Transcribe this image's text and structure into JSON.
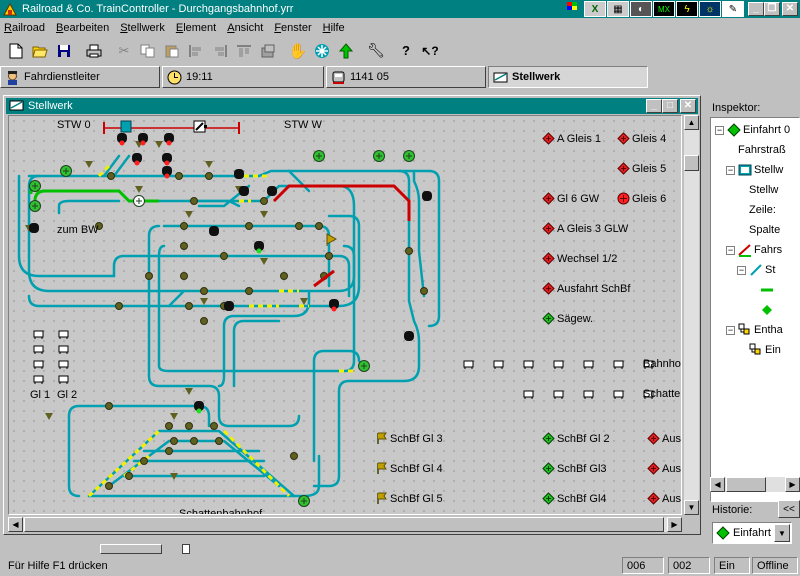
{
  "app": {
    "title": "Railroad & Co. TrainController - Durchgangsbahnhof.yrr"
  },
  "menu": [
    {
      "label": "Railroad",
      "u": "R",
      "rest": "ailroad"
    },
    {
      "label": "Bearbeiten",
      "u": "B",
      "rest": "earbeiten"
    },
    {
      "label": "Stellwerk",
      "u": "S",
      "rest": "tellwerk"
    },
    {
      "label": "Element",
      "u": "E",
      "rest": "lement"
    },
    {
      "label": "Ansicht",
      "u": "A",
      "rest": "nsicht"
    },
    {
      "label": "Fenster",
      "u": "F",
      "rest": "enster"
    },
    {
      "label": "Hilfe",
      "u": "H",
      "rest": "ilfe"
    }
  ],
  "toolbar": {
    "icons": [
      "new-file-icon",
      "open-folder-icon",
      "save-icon",
      "print-icon",
      "cut-icon",
      "copy-icon",
      "paste-icon",
      "align-left-icon",
      "align-right-icon",
      "align-top-icon",
      "properties-icon",
      "stop-hand-icon",
      "emergency-icon",
      "go-arrow-icon",
      "tools-icon",
      "help-icon",
      "context-help-icon"
    ]
  },
  "tabs": {
    "dispatcher": "Fahrdienstleiter",
    "clock": "19:11",
    "counter": "1141 05",
    "stellwerk": "Stellwerk"
  },
  "stellwerk": {
    "title": "Stellwerk",
    "labels": {
      "stw0": "STW 0",
      "stww": "STW W",
      "zum_bw": "zum BW",
      "gl1": "Gl 1",
      "gl2": "Gl 2",
      "schattenbahnhof": "Schattenbahnhof",
      "bahnhof": "Bahnhof",
      "schatten": "Schatten"
    },
    "buttons": [
      {
        "label": "A Gleis 1",
        "state": "red"
      },
      {
        "label": "Gleis 4",
        "state": "red"
      },
      {
        "label": "Gleis 5",
        "state": "red"
      },
      {
        "label": "Gl 6 GW",
        "state": "red"
      },
      {
        "label": "Gleis 6",
        "state": "red-round"
      },
      {
        "label": "A Gleis 3 GLW",
        "state": "red"
      },
      {
        "label": "Wechsel 1/2",
        "state": "red"
      },
      {
        "label": "Ausfahrt SchBf",
        "state": "red"
      },
      {
        "label": "Sägew.",
        "state": "green"
      },
      {
        "label": "SchBf Gl 3",
        "state": "flag"
      },
      {
        "label": "SchBf Gl 2",
        "state": "green"
      },
      {
        "label": "Ausf.",
        "state": "red"
      },
      {
        "label": "SchBf Gl 4",
        "state": "flag"
      },
      {
        "label": "SchBf Gl3",
        "state": "green"
      },
      {
        "label": "Ausf.",
        "state": "red"
      },
      {
        "label": "SchBf Gl 5",
        "state": "flag"
      },
      {
        "label": "SchBf Gl4",
        "state": "green"
      },
      {
        "label": "Ausf.",
        "state": "red"
      }
    ],
    "colors": {
      "track": "#00a0b0",
      "route_red": "#cc0000",
      "route_green": "#00c000",
      "occupied_yellow": "#f0f000",
      "canvas_bg": "#c8c8c8"
    }
  },
  "inspector": {
    "label": "Inspektor:",
    "tree": [
      {
        "level": 0,
        "box": "-",
        "icon": "green-signal-icon",
        "text": "Einfahrt 0"
      },
      {
        "level": 1,
        "box": "",
        "icon": "",
        "text": "Fahrstraß"
      },
      {
        "level": 1,
        "box": "-",
        "icon": "panel-icon",
        "text": "Stellw"
      },
      {
        "level": 2,
        "box": "",
        "icon": "",
        "text": "Stellw"
      },
      {
        "level": 2,
        "box": "",
        "icon": "",
        "text": "Zeile:"
      },
      {
        "level": 2,
        "box": "",
        "icon": "",
        "text": "Spalte"
      },
      {
        "level": 1,
        "box": "-",
        "icon": "route-icon",
        "text": "Fahrs"
      },
      {
        "level": 2,
        "box": "-",
        "icon": "track-icon",
        "text": "St"
      },
      {
        "level": 3,
        "box": "",
        "icon": "track-segment-icon",
        "text": ""
      },
      {
        "level": 3,
        "box": "",
        "icon": "green-small-icon",
        "text": ""
      },
      {
        "level": 1,
        "box": "-",
        "icon": "contains-icon",
        "text": "Entha"
      },
      {
        "level": 2,
        "box": "",
        "icon": "contains-icon",
        "text": "Ein"
      }
    ],
    "historie_label": "Historie:",
    "historie_value": "Einfahrt"
  },
  "status": {
    "help": "Für Hilfe F1 drücken",
    "col": "006",
    "row": "002",
    "mode": "Ein",
    "conn": "Offline"
  }
}
